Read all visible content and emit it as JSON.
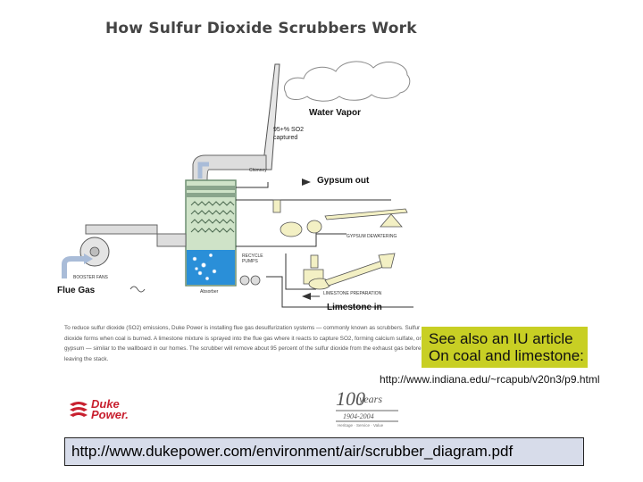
{
  "diagram": {
    "title": "How Sulfur Dioxide Scrubbers Work",
    "labels": {
      "water_vapor": "Water Vapor",
      "captured_pct": "95+% SO2",
      "captured_word": "captured",
      "chimney": "Chimney",
      "gypsum_out": "Gypsum out",
      "gypsum_dewatering": "GYPSUM DEWATERING",
      "recycle_pumps_1": "RECYCLE",
      "recycle_pumps_2": "PUMPS",
      "booster_fans": "BOOSTER FANS",
      "flue_gas": "Flue Gas",
      "absorber": "Absorber",
      "limestone_preparation": "LIMESTONE PREPARATION",
      "limestone_in": "Limestone in"
    },
    "caption": "To reduce sulfur dioxide (SO2) emissions, Duke Power is installing flue gas desulfurization systems — commonly known as scrubbers. Sulfur dioxide forms when coal is burned. A limestone mixture is sprayed into the flue gas where it reacts to capture SO2, forming calcium sulfate, or gypsum — similar to the wallboard in our homes. The scrubber will remove about 95 percent of the sulfur dioxide from the exhaust gas before leaving the stack.",
    "colors": {
      "tower": "#cfe3c8",
      "tower_outline": "#6f8f72",
      "water": "#2a8fd8",
      "duct": "#dcdcdc",
      "arrow": "#9fb4d4",
      "line": "#333333"
    }
  },
  "callout": {
    "line1": "See also an IU article",
    "line2": "On coal and limestone:",
    "color": "#c8cf24"
  },
  "iu_url": "http://www.indiana.edu/~rcapub/v20n3/p9.html",
  "duke_logo": {
    "line1": "Duke",
    "line2": "Power.",
    "color": "#c8202f"
  },
  "anniversary": {
    "number": "100",
    "word": "years",
    "range": "1904-2004",
    "tagline": "Heritage · Service · Value"
  },
  "source_url": "http://www.dukepower.com/environment/air/scrubber_diagram.pdf"
}
